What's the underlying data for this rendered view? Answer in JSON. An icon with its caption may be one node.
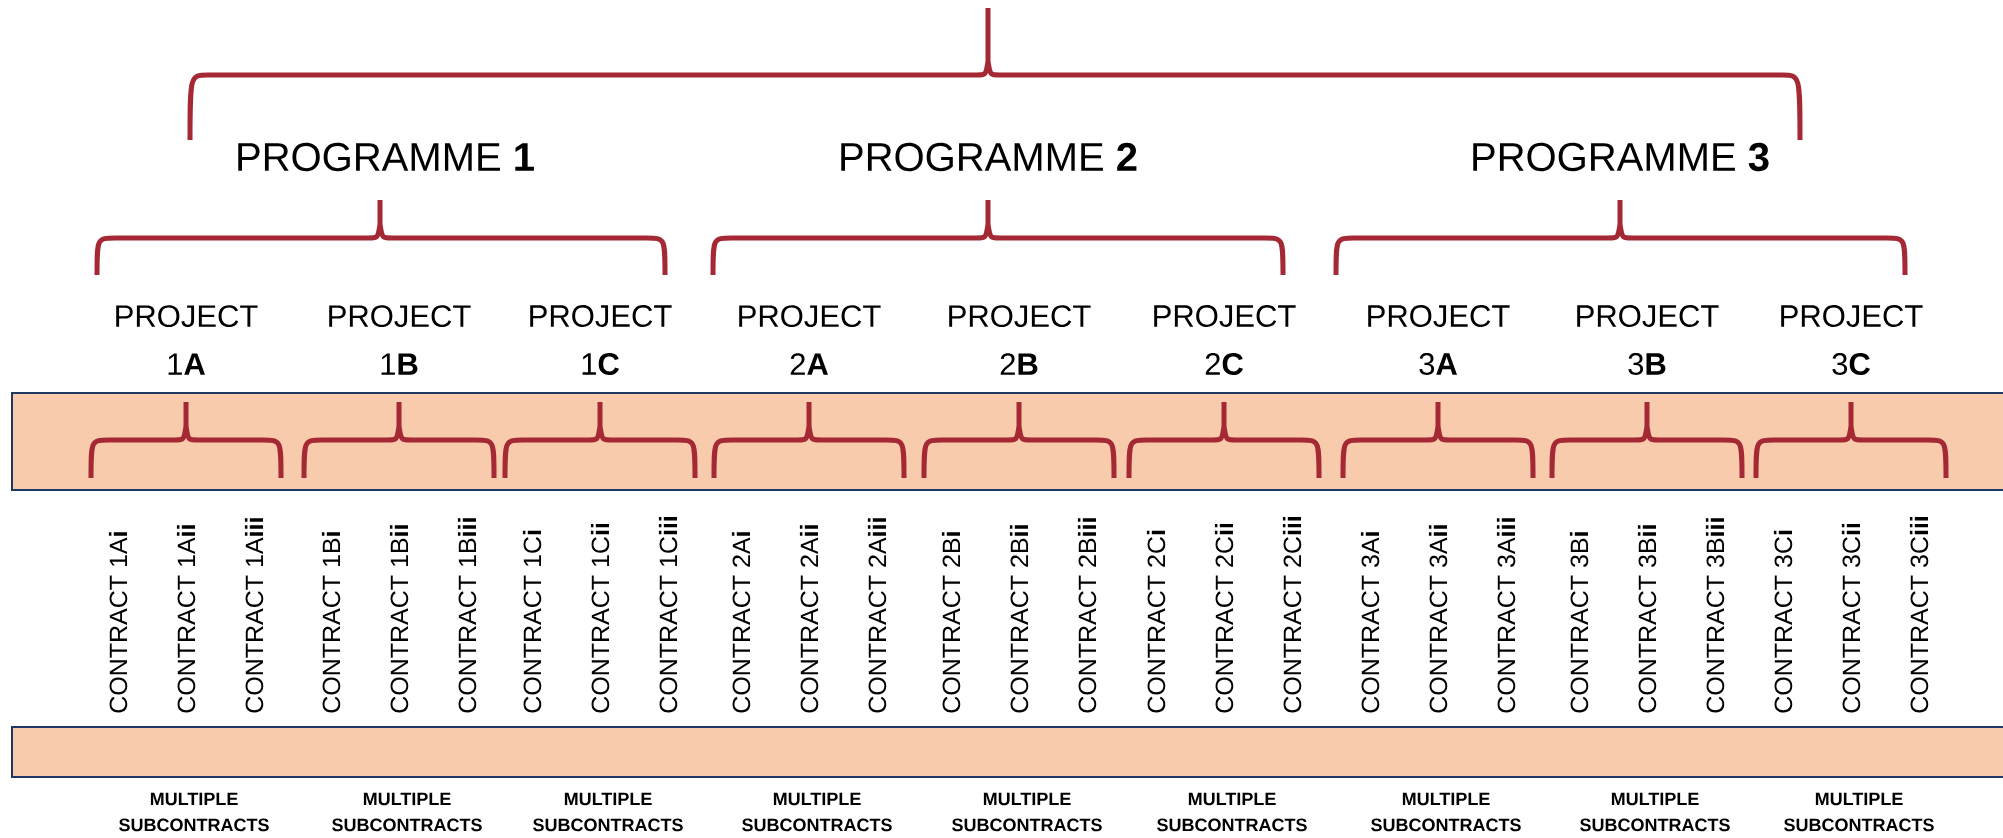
{
  "diagram": {
    "labels": [
      "PROGRAMME **1**",
      "PROGRAMME **2**",
      "PROGRAMME **3**",
      "PROJECT 1**A**",
      "PROJECT 1**B**",
      "PROJECT 1**C**",
      "PROJECT 2**A**",
      "PROJECT 2**B**",
      "PROJECT 2**C**",
      "PROJECT 3**A**",
      "PROJECT 3**B**",
      "PROJECT 3**C**",
      "CONTRACT 1A**i**",
      "CONTRACT 1A**ii**",
      "CONTRACT 1A**iii**",
      "CONTRACT 1B**i**",
      "CONTRACT 1B**ii**",
      "CONTRACT 1B**iii**",
      "CONTRACT 1C**i**",
      "CONTRACT 1C**ii**",
      "CONTRACT 1C**iii**",
      "CONTRACT 2A**i**",
      "CONTRACT 2A**ii**",
      "CONTRACT 2A**iii**",
      "CONTRACT 2B**i**",
      "CONTRACT 2B**ii**",
      "CONTRACT 2B**iii**",
      "CONTRACT 2C**i**",
      "CONTRACT 2C**ii**",
      "CONTRACT 2C**iii**",
      "CONTRACT 3A**i**",
      "CONTRACT 3A**ii**",
      "CONTRACT 3A**iii**",
      "CONTRACT 3B**i**",
      "CONTRACT 3B**ii**",
      "CONTRACT 3B**iii**",
      "CONTRACT 3C**i**",
      "CONTRACT 3C**ii**",
      "CONTRACT 3C**iii**",
      "MULTIPLE SUBCONTRACTS",
      "MULTIPLE SUBCONTRACTS",
      "MULTIPLE SUBCONTRACTS",
      "MULTIPLE SUBCONTRACTS",
      "MULTIPLE SUBCONTRACTS",
      "MULTIPLE SUBCONTRACTS",
      "MULTIPLE SUBCONTRACTS",
      "MULTIPLE SUBCONTRACTS",
      "MULTIPLE SUBCONTRACTS"
    ]
  }
}
